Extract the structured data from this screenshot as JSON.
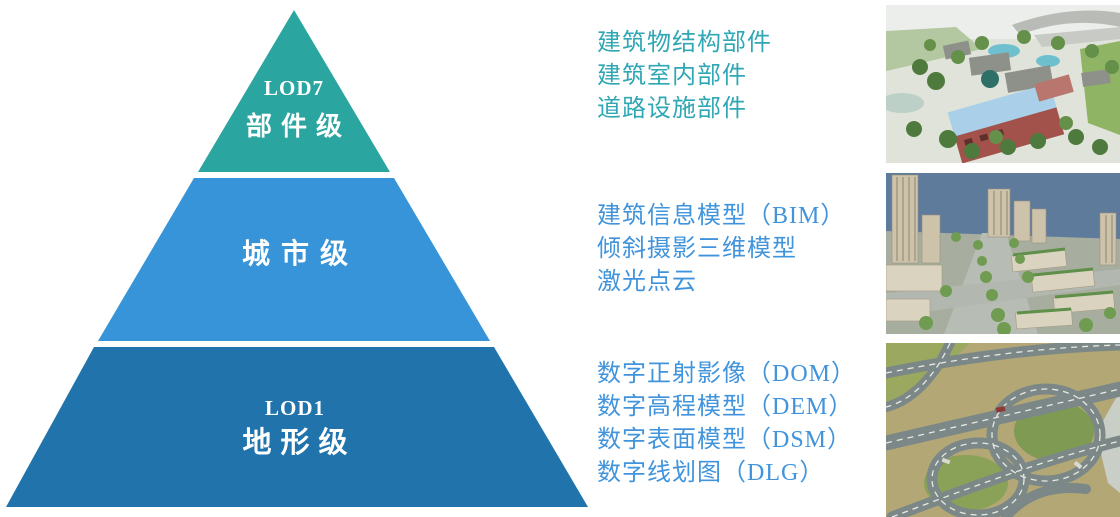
{
  "pyramid": {
    "levels": [
      {
        "code": "LOD7",
        "label": "部件级",
        "color": "#2aa5a0"
      },
      {
        "code": "",
        "label": "城市级",
        "color": "#3794d8"
      },
      {
        "code": "LOD1",
        "label": "地形级",
        "color": "#2173ac"
      }
    ]
  },
  "annotations": [
    {
      "level": "部件级",
      "text_color": "#2fa7b4",
      "items": [
        "建筑物结构部件",
        "建筑室内部件",
        "道路设施部件"
      ]
    },
    {
      "level": "城市级",
      "text_color": "#4194dc",
      "items": [
        "建筑信息模型（BIM）",
        "倾斜摄影三维模型",
        "激光点云"
      ]
    },
    {
      "level": "地形级",
      "text_color": "#4194dc",
      "items": [
        "数字正射影像（DOM）",
        "数字高程模型（DEM）",
        "数字表面模型（DSM）",
        "数字线划图（DLG）"
      ]
    }
  ],
  "photos": [
    {
      "icon": "campus-3d-model-photo"
    },
    {
      "icon": "city-oblique-photogrammetry-photo"
    },
    {
      "icon": "highway-interchange-orthophoto"
    }
  ]
}
